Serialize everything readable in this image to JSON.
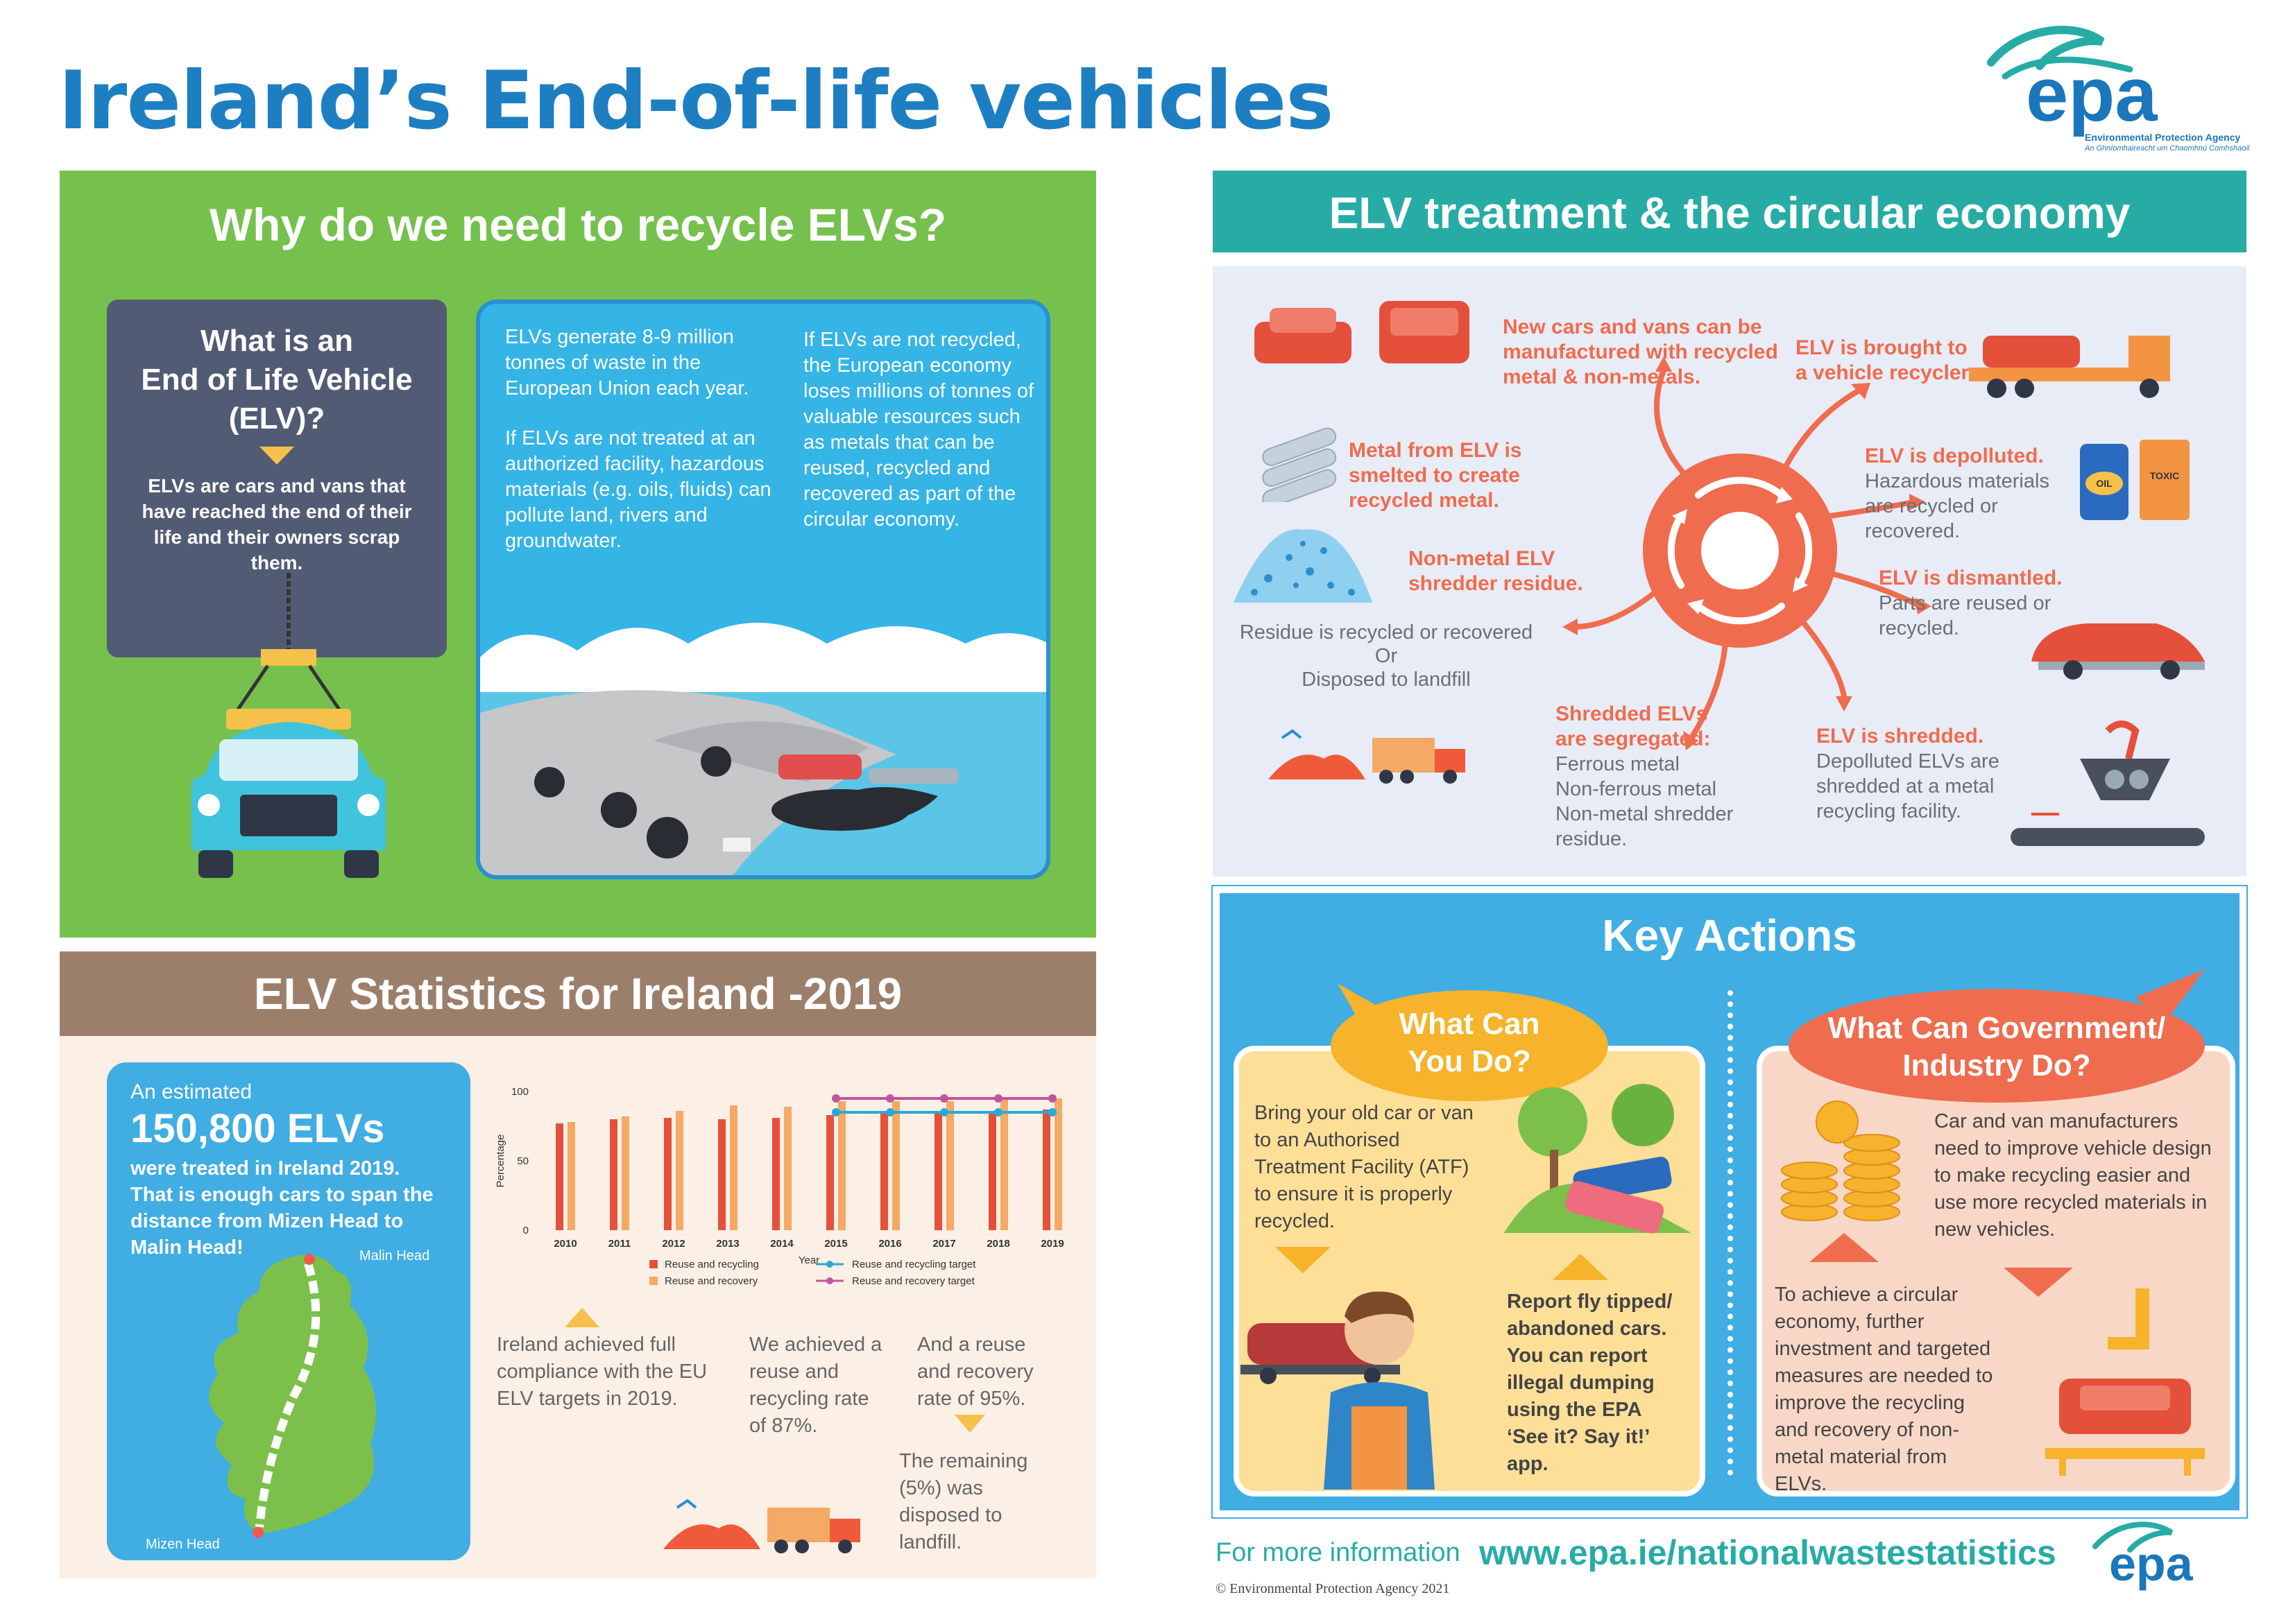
{
  "page": {
    "title": "Ireland’s End-of-life vehicles"
  },
  "logo": {
    "word": "epa",
    "line1": "Environmental Protection Agency",
    "line2": "An Ghníomhaireacht um Chaomhnú Comhshaoil"
  },
  "why": {
    "title": "Why do we need to recycle ELVs?",
    "what_title": "What is an\nEnd of Life Vehicle\n(ELV)?",
    "what_text": "ELVs are cars and vans that have reached the end of their life and their owners scrap them.",
    "col1_p1": "ELVs generate 8-9 million tonnes of waste in the European Union each year.",
    "col1_p2": "If ELVs are not treated at an authorized facility, hazardous materials (e.g. oils, fluids) can pollute land, rivers and groundwater.",
    "col2_p1": "If ELVs are not recycled, the European economy loses millions of tonnes of valuable resources such as metals that can be reused, recycled and recovered as part of the circular economy."
  },
  "stats": {
    "title": "ELV Statistics for Ireland -2019",
    "estimated": "An estimated",
    "big": "150,800 ELVs",
    "treated": "were treated in Ireland 2019. That is enough cars to span the distance from Mizen Head to Malin Head!",
    "malin": "Malin Head",
    "mizen": "Mizen Head",
    "note1": "Ireland achieved full compliance with the EU ELV targets in 2019.",
    "note2": "We achieved a reuse and recycling rate of 87%.",
    "note3": "And a reuse and recovery rate of 95%.",
    "note4": "The remaining (5%) was disposed to landfill."
  },
  "chart_data": {
    "type": "bar",
    "categories": [
      "2010",
      "2011",
      "2012",
      "2013",
      "2014",
      "2015",
      "2016",
      "2017",
      "2018",
      "2019"
    ],
    "series": [
      {
        "name": "Reuse and recycling",
        "values": [
          77,
          80,
          81,
          80,
          81,
          83,
          85,
          86,
          86,
          87
        ],
        "color": "#e5503a"
      },
      {
        "name": "Reuse and recovery",
        "values": [
          78,
          82,
          86,
          90,
          89,
          93,
          93,
          93,
          94,
          95
        ],
        "color": "#f4a965"
      }
    ],
    "targets": [
      {
        "name": "Reuse and recycling target",
        "from": "2015",
        "to": "2019",
        "value": 85,
        "color": "#2aa9d9"
      },
      {
        "name": "Reuse and recovery target",
        "from": "2015",
        "to": "2019",
        "value": 95,
        "color": "#c0559e"
      }
    ],
    "xlabel": "Year",
    "ylabel": "Percentage",
    "ylim": [
      0,
      100
    ],
    "yticks": [
      "0",
      "50",
      "100"
    ]
  },
  "treatment": {
    "title": "ELV treatment & the circular economy",
    "new_cars": "New cars and vans can be manufactured with recycled metal & non-metals.",
    "brought": "ELV is brought to a vehicle recycler.",
    "metal_h": "Metal from ELV is smelted to create recycled metal.",
    "depolluted_h": "ELV is depolluted.",
    "depolluted_t": "Hazardous materials are recycled or recovered.",
    "oil": "OIL",
    "toxic": "TOXIC",
    "nonmetal_h": "Non-metal ELV shredder residue.",
    "dismantled_h": "ELV is dismantled.",
    "dismantled_t": "Parts are reused or recycled.",
    "residue_1": "Residue is recycled or recovered",
    "residue_2": "Or",
    "residue_3": "Disposed to landfill",
    "segregated_h": "Shredded ELVs are segregated:",
    "segregated_t": "Ferrous metal\nNon-ferrous metal\nNon-metal shredder residue.",
    "shredded_h": "ELV is shredded.",
    "shredded_t": "Depolluted ELVs are shredded at a metal recycling facility."
  },
  "key": {
    "title": "Key Actions",
    "you_title": "What Can\nYou Do?",
    "gov_title": "What Can Government/\nIndustry Do?",
    "you_1": "Bring your old car or van to an Authorised Treatment Facility (ATF) to ensure it is properly recycled.",
    "you_2": "Report fly tipped/ abandoned cars. You can report illegal dumping using the EPA ‘See it? Say it!’ app.",
    "gov_1": "Car and van manufacturers need to improve vehicle design to make recycling easier and use more recycled materials in new vehicles.",
    "gov_2": "To achieve a circular economy, further investment and targeted measures are needed to improve the  recycling and recovery of non-metal material from ELVs."
  },
  "footer": {
    "more": "For more information",
    "url": "www.epa.ie/nationalwastestatistics",
    "copy": "© Environmental Protection Agency 2021"
  },
  "colors": {
    "title_blue": "#1d7fc2",
    "green": "#76c04e",
    "teal": "#26aca5",
    "brown": "#9c7f6b",
    "blue": "#40ade3",
    "orange": "#ef6c4e"
  }
}
